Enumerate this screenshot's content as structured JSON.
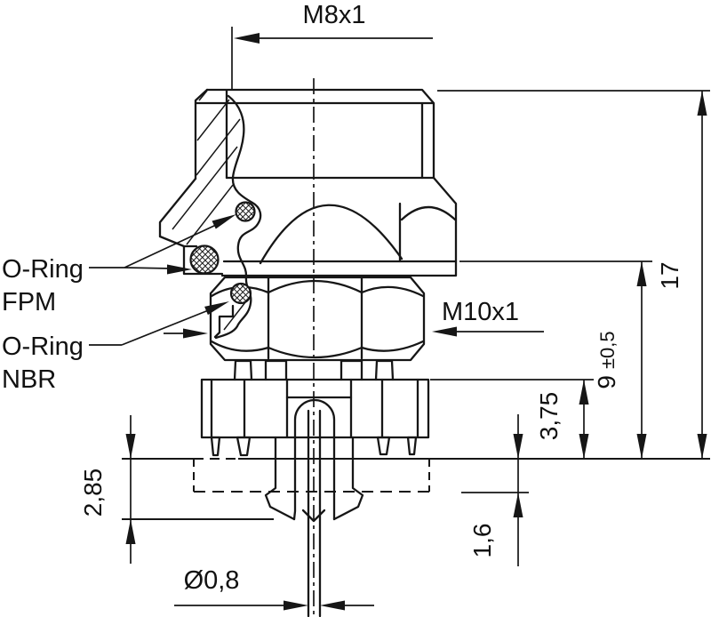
{
  "drawing": {
    "type": "technical-dimension-drawing",
    "subject": "M8 panel-mount connector, front view with broken-out section",
    "units_style": "decimal comma (mm)"
  },
  "labels": {
    "m8": "M8x1",
    "m10": "M10x1",
    "fpm": {
      "line1": "O-Ring",
      "line2": "FPM"
    },
    "nbr": {
      "line1": "O-Ring",
      "line2": "NBR"
    }
  },
  "dims": {
    "total": "17",
    "nine": {
      "value": "9",
      "tol": "±0,5"
    },
    "three75": "3,75",
    "two85": "2,85",
    "one6": "1,6",
    "pin": "Ø0,8"
  },
  "colors": {
    "line": "#161616",
    "background": "#ffffff"
  }
}
